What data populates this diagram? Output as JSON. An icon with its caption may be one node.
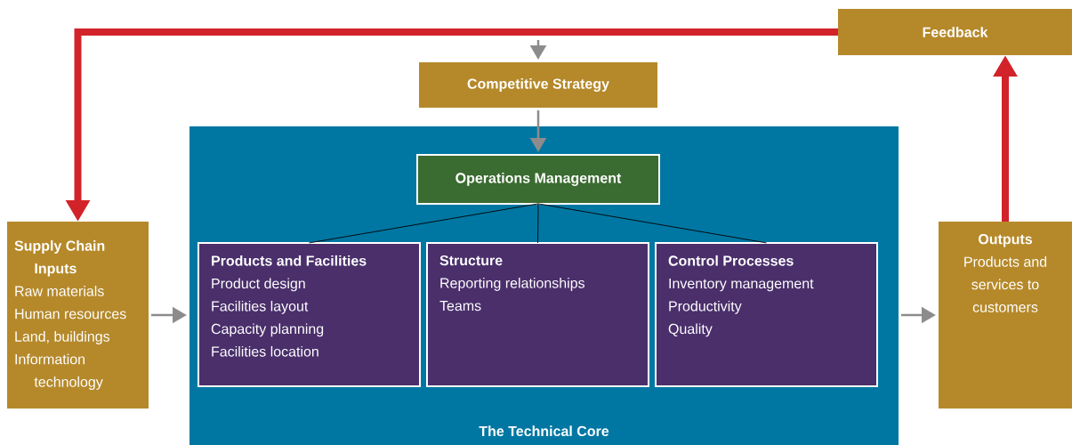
{
  "diagram": {
    "nodes": [
      {
        "text": [
          "Feedback"
        ]
      },
      {
        "text": [
          "Competitive Strategy"
        ]
      },
      {
        "text": [
          "The Technical Core"
        ]
      },
      {
        "text": [
          "Operations Management"
        ],
        "in": 2
      },
      {
        "text": [
          "Products and Facilities",
          "Product design",
          "Facilities layout",
          "Capacity planning",
          "Facilities location"
        ],
        "in": 2
      },
      {
        "text": [
          "Structure",
          "Reporting relationships",
          "Teams"
        ],
        "in": 2
      },
      {
        "text": [
          "Control Processes",
          "Inventory management",
          "Productivity",
          "Quality"
        ],
        "in": 2
      },
      {
        "text": [
          "Supply Chain Inputs",
          "Raw materials",
          "Human resources",
          "Land, buildings",
          "Information technology"
        ]
      },
      {
        "text": [
          "Outputs",
          "Products and services to customers"
        ]
      }
    ],
    "edges": [
      {
        "from": 0,
        "to": 7,
        "arrow": "to",
        "style": "thick",
        "color": "#d2232a"
      },
      {
        "from": null,
        "to": 1,
        "arrow": "to"
      },
      {
        "from": 1,
        "to": 3,
        "arrow": "to"
      },
      {
        "from": 3,
        "to": 4,
        "arrow": "none",
        "color": "#000000"
      },
      {
        "from": 3,
        "to": 5,
        "arrow": "none",
        "color": "#000000"
      },
      {
        "from": 3,
        "to": 6,
        "arrow": "none",
        "color": "#000000"
      },
      {
        "from": 7,
        "to": 2,
        "arrow": "to"
      },
      {
        "from": 2,
        "to": 8,
        "arrow": "to"
      },
      {
        "from": 8,
        "to": 0,
        "arrow": "to",
        "style": "thick",
        "color": "#d2232a"
      }
    ]
  }
}
